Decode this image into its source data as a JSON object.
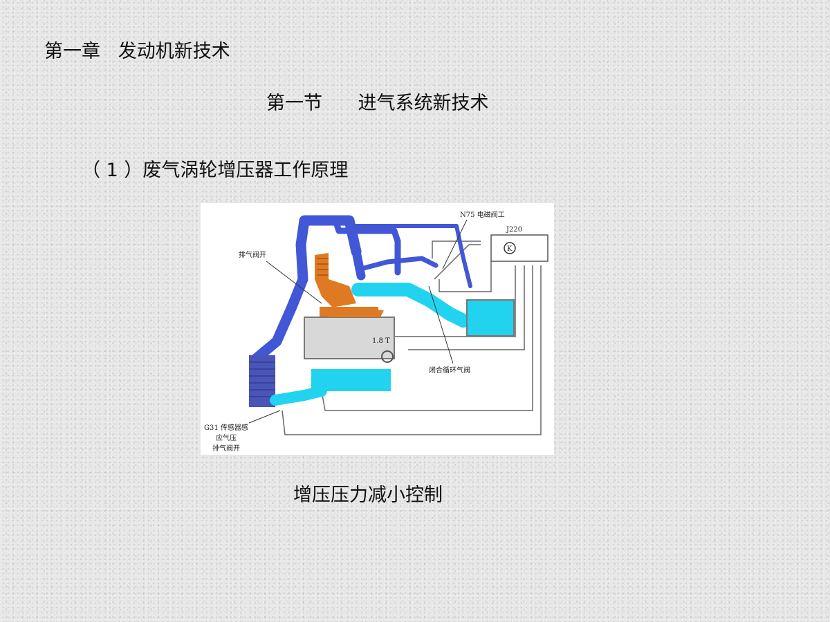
{
  "slide": {
    "chapter_title": "第一章   发动机新技术",
    "section_title": "第一节      进气系统新技术",
    "item_title": "（ 1 ）废气涡轮增压器工作原理",
    "caption": "增压压力减小控制"
  },
  "diagram": {
    "labels": {
      "n75": "N75 电磁阀工",
      "j220": "J220",
      "exhaust_valve_open": "排气阀开",
      "engine_badge": "1.8 T",
      "recirc_valve": "闭合循环气阀",
      "g31_line1": "G31 传感器感",
      "g31_line2": "应气压",
      "g31_line3": "排气阀开"
    },
    "colors": {
      "intake_blue": "#4257d6",
      "charge_cyan": "#22d3f0",
      "turbo_orange": "#e07a22",
      "engine_gray": "#d8d8d8",
      "wire_gray": "#666666"
    }
  }
}
